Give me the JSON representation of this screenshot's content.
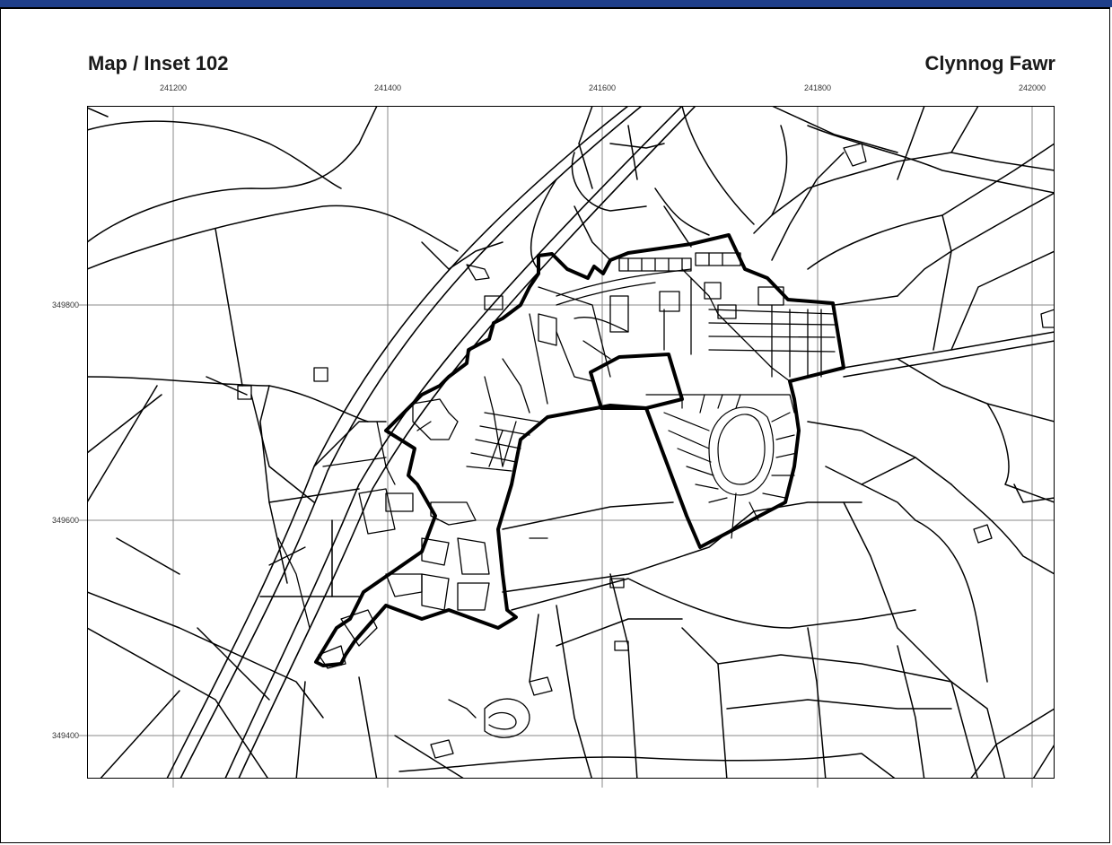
{
  "header": {
    "title_left": "Map / Inset 102",
    "title_right": "Clynnog Fawr"
  },
  "axes": {
    "easting_ticks": [
      "241200",
      "241400",
      "241600",
      "241800",
      "242000"
    ],
    "northing_ticks": [
      "349800",
      "349600",
      "349400"
    ]
  },
  "colors": {
    "band": "#1f3f8a",
    "lines": "#000000",
    "grid": "#8a8a8a"
  }
}
